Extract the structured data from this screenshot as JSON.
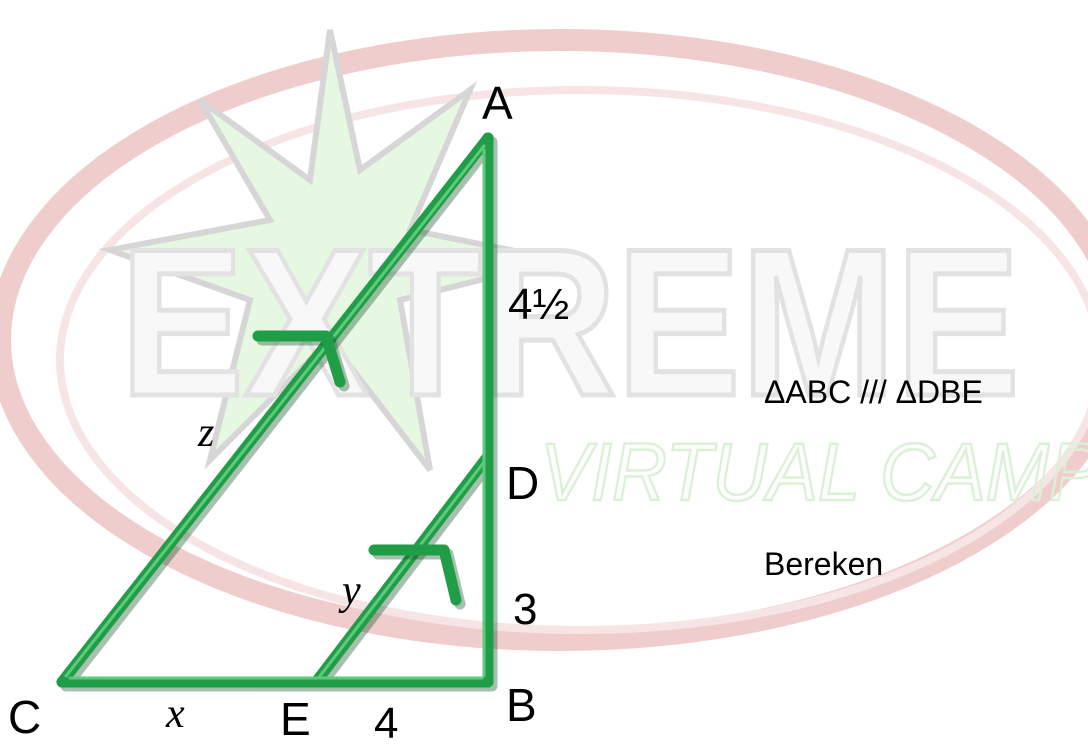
{
  "watermark": {
    "logo_word": "EXTREME",
    "logo_subtitle": "VIRTUAL CAMP",
    "swoosh_color": "#e8b4b4",
    "star_color": "#c9f0c0"
  },
  "figure": {
    "stroke_color": "#1f9e47",
    "points": {
      "A": "A",
      "B": "B",
      "C": "C",
      "D": "D",
      "E": "E"
    },
    "lengths": {
      "AD": "4½",
      "DB": "3",
      "EB": "4"
    },
    "variables": {
      "CE": "x",
      "DE": "y",
      "AC": "z"
    }
  },
  "side_text": {
    "similarity": "ΔABC /// ΔDBE",
    "instruction": "Bereken"
  }
}
